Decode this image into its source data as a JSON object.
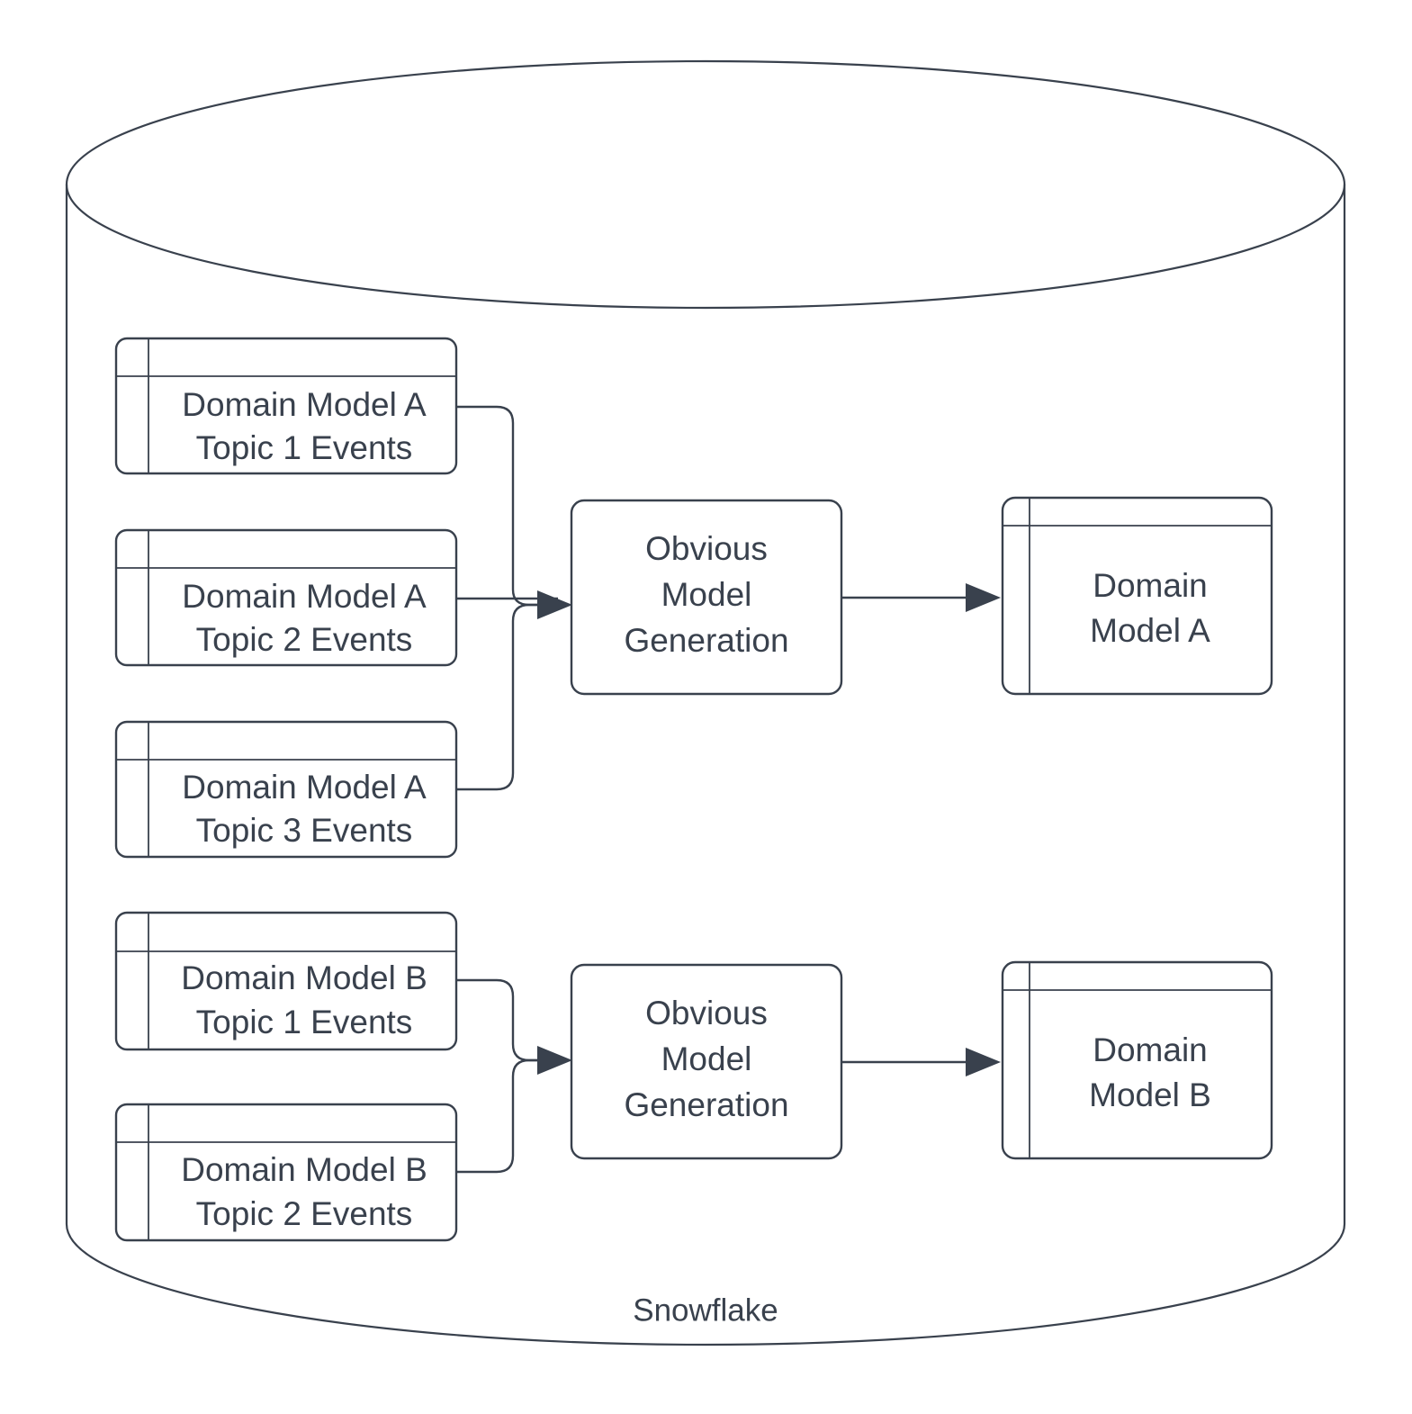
{
  "diagram": {
    "title_label": "Snowflake",
    "accent_color": "#39414d",
    "background_color": "#ffffff",
    "container": {
      "name": "snowflake-cylinder",
      "label": "Snowflake",
      "shape": "cylinder"
    },
    "groups": [
      {
        "id": "group-a",
        "sources": [
          {
            "line1": "Domain Model A",
            "line2": "Topic 1 Events"
          },
          {
            "line1": "Domain Model A",
            "line2": "Topic 2 Events"
          },
          {
            "line1": "Domain Model A",
            "line2": "Topic 3 Events"
          }
        ],
        "process": {
          "line1": "Obvious",
          "line2": "Model",
          "line3": "Generation"
        },
        "output": {
          "line1": "Domain",
          "line2": "Model A"
        }
      },
      {
        "id": "group-b",
        "sources": [
          {
            "line1": "Domain Model B",
            "line2": "Topic 1 Events"
          },
          {
            "line1": "Domain Model B",
            "line2": "Topic 2 Events"
          }
        ],
        "process": {
          "line1": "Obvious",
          "line2": "Model",
          "line3": "Generation"
        },
        "output": {
          "line1": "Domain",
          "line2": "Model B"
        }
      }
    ]
  }
}
